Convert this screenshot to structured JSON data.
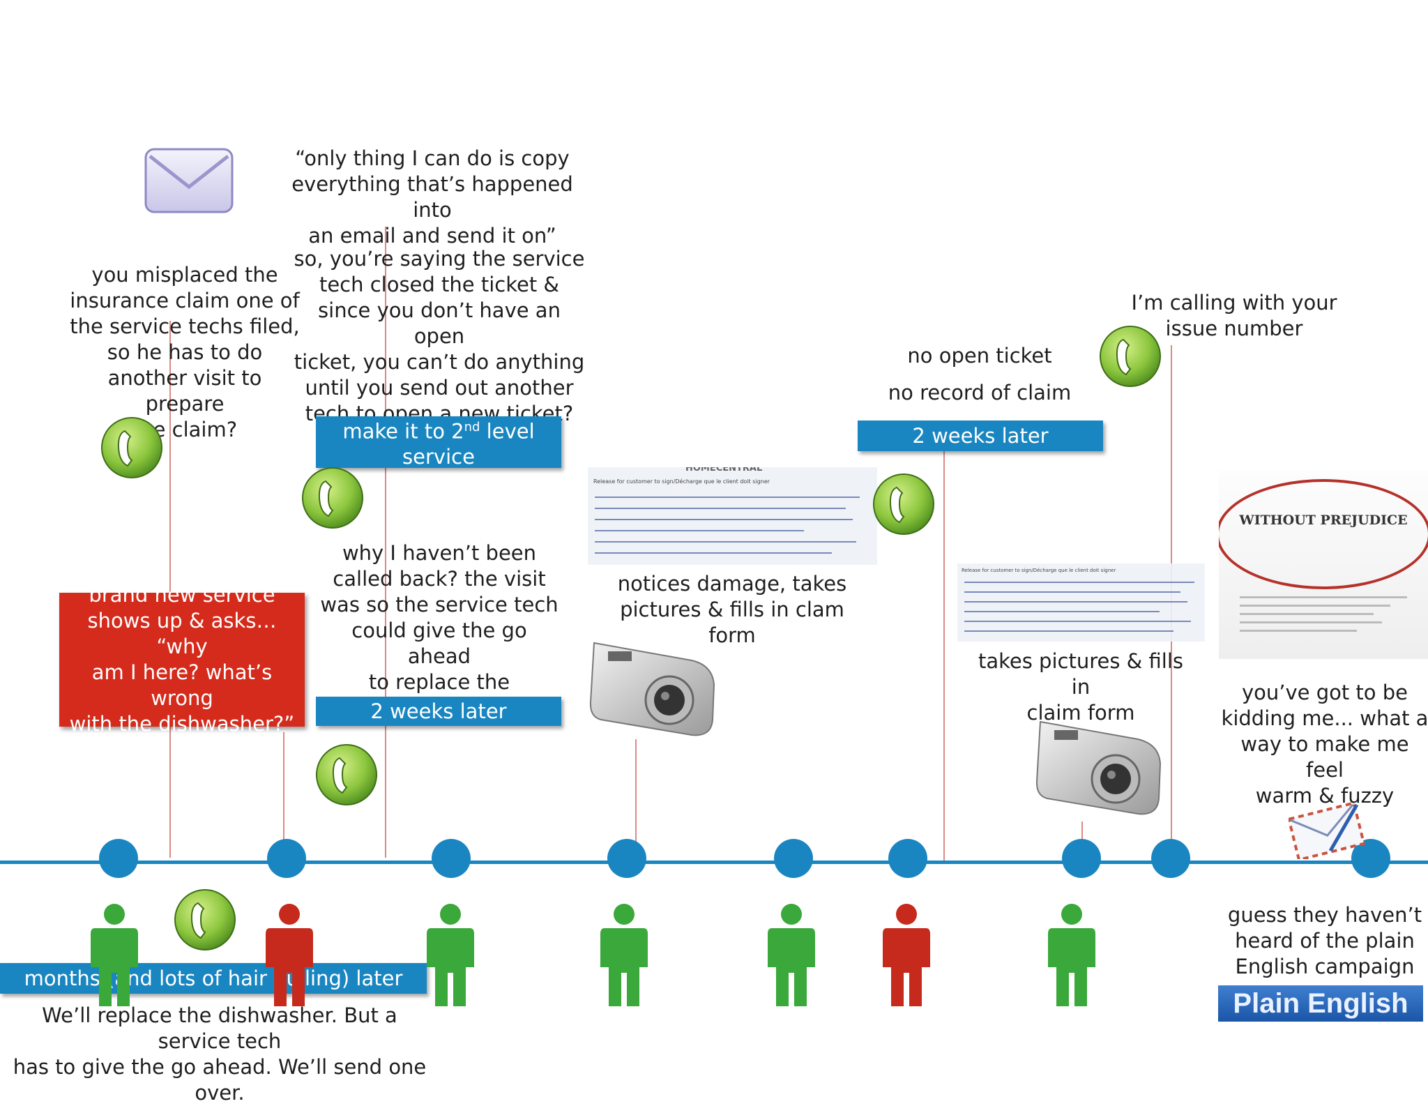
{
  "quotes": {
    "misplaced": "you misplaced the\ninsurance claim one of\nthe service techs filed,\nso he has  to do\nanother visit to prepare\nthe claim?",
    "copy": "“only thing I can do is copy\neverything that’s happened into\nan email and send it on”",
    "closed_ticket": "so, you’re saying the service\ntech closed the ticket &\nsince you don’t have an open\nticket, you can’t do anything\nuntil you send out another\ntech to open a new ticket?",
    "second_level_prefix": "make it to 2",
    "second_level_sup": "nd",
    "second_level_suffix": " level\nservice",
    "brand_new": "brand new service\nshows up & asks… “why\nam I here? what’s wrong\nwith the dishwasher?”",
    "why_not_called": "why I haven’t been\ncalled back? the visit\nwas so the service tech\ncould give the go ahead\nto replace the\ndishwasher!",
    "two_weeks_1": "2 weeks later",
    "notices_damage": "notices damage, takes\npictures & fills in clam form",
    "no_open_ticket": "no open ticket",
    "no_record": "no record of claim",
    "two_weeks_2": "2 weeks later",
    "calling_issue": "I’m calling with your\nissue number",
    "takes_pictures": "takes pictures & fills in\nclaim form",
    "kidding": "you’ve got to be\nkidding me... what a\nway to make me feel\nwarm & fuzzy",
    "months_later": "months (and lots of hair pulling) later",
    "replace": "We’ll replace the dishwasher. But a service tech\nhas to give the go ahead. We’ll send one over.",
    "plain_english_campaign": "guess they haven’t\nheard of the plain\nEnglish campaign"
  },
  "images": {
    "without_prejudice": "WITHOUT PREJUDICE",
    "plain_english_logo": "Plain English",
    "form_heading": "HOMECENTRAL",
    "form_line": "Release for customer to sign/Décharge que le client doit signer"
  },
  "colors": {
    "timeline": "#1a86c1",
    "person_green": "#3aa83a",
    "person_red": "#c62a1c",
    "phone_green": "#8cc63e",
    "red_box": "#d42b1c"
  }
}
